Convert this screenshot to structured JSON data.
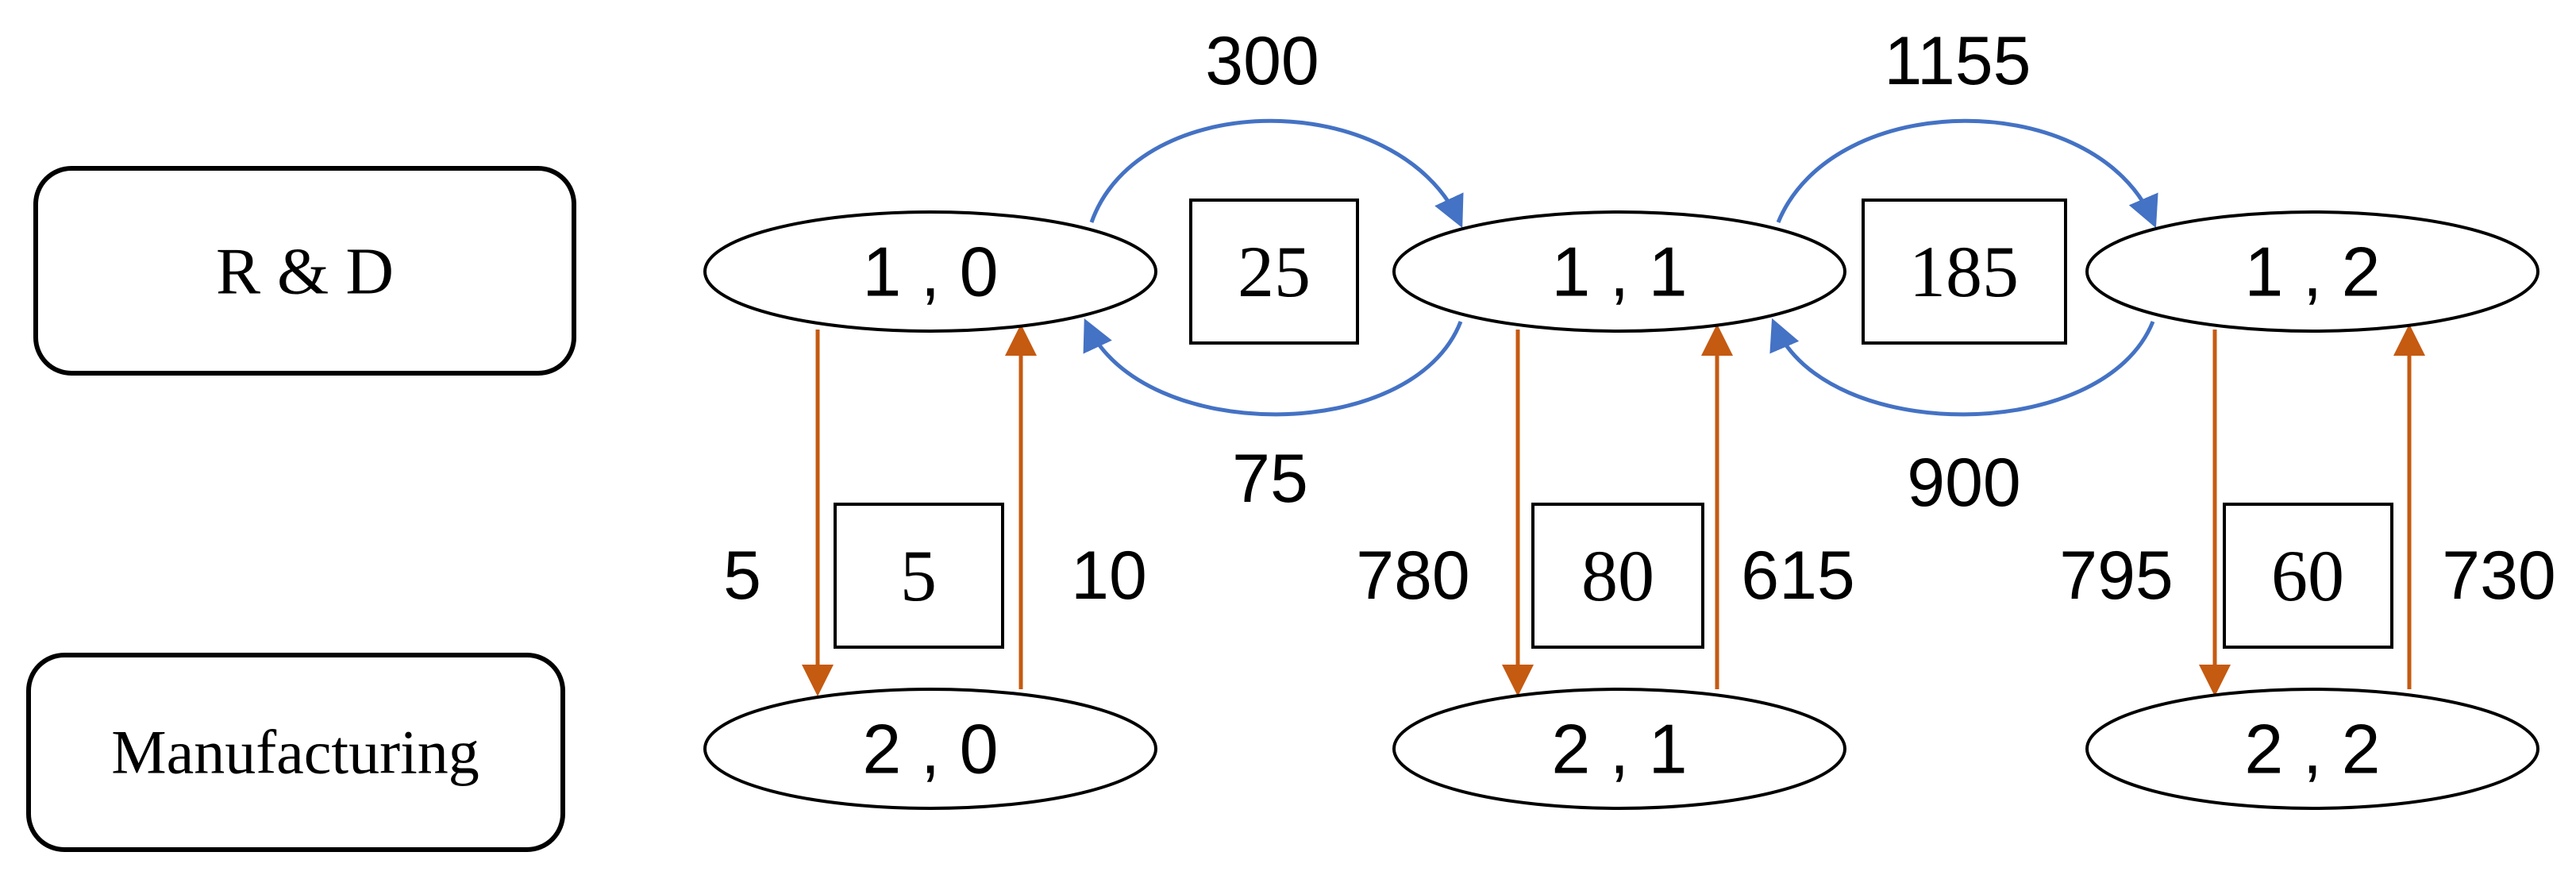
{
  "colors": {
    "horizontal_arrow": "#4472C4",
    "vertical_arrow": "#C55A11",
    "outline": "#000000",
    "background": "#ffffff"
  },
  "rows": {
    "top_label": "R & D",
    "bottom_label": "Manufacturing"
  },
  "nodes": {
    "n10": "1 , 0",
    "n11": "1 , 1",
    "n12": "1 , 2",
    "n20": "2 , 0",
    "n21": "2 , 1",
    "n22": "2 , 2"
  },
  "boxed_values": {
    "between_10_11": "25",
    "between_11_12": "185",
    "column_0": "5",
    "column_1": "80",
    "column_2": "60"
  },
  "edge_labels": {
    "e10_to_11": "300",
    "e11_to_10": "75",
    "e11_to_12": "1155",
    "e12_to_11": "900",
    "e10_to_20": "5",
    "e20_to_10": "10",
    "e11_to_21": "780",
    "e21_to_11": "615",
    "e12_to_22": "795",
    "e22_to_12": "730"
  }
}
